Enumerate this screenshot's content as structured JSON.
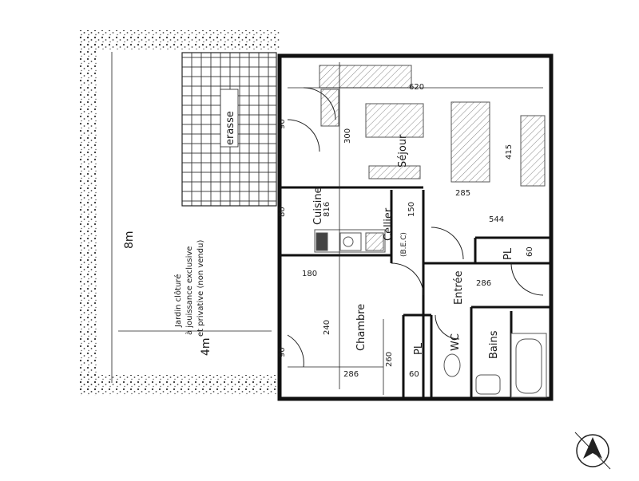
{
  "rooms": {
    "sejour": "Séjour",
    "cuisine": "Cuisine",
    "cellier": "Cellier",
    "bec": "(B.E.C)",
    "chambre": "Chambre",
    "entree": "Entrée",
    "bains": "Bains",
    "wc": "WC",
    "pl_right": "PL",
    "pl_bottom": "PL",
    "terrasse": "erasse"
  },
  "garden_note": {
    "line1": "Jardin clôturé",
    "line2": "à jouissance exclusive",
    "line3": "et privative (non vendu)"
  },
  "dimensions": {
    "sejour_width": "620",
    "sejour_length": "415",
    "sejour_depth": "300",
    "sejour_mid": "285",
    "cuisine_len": "816",
    "cellier_w": "150",
    "pl_right_w": "544",
    "pl_right_d": "60",
    "entree_w": "286",
    "chambre_len": "240",
    "chambre_w": "286",
    "pl_bottom_len": "260",
    "pl_bottom_d": "60",
    "window1": "180",
    "window2": "90",
    "window3": "80",
    "window4": "90",
    "handmark": "4m",
    "outer_mark": "8m"
  }
}
